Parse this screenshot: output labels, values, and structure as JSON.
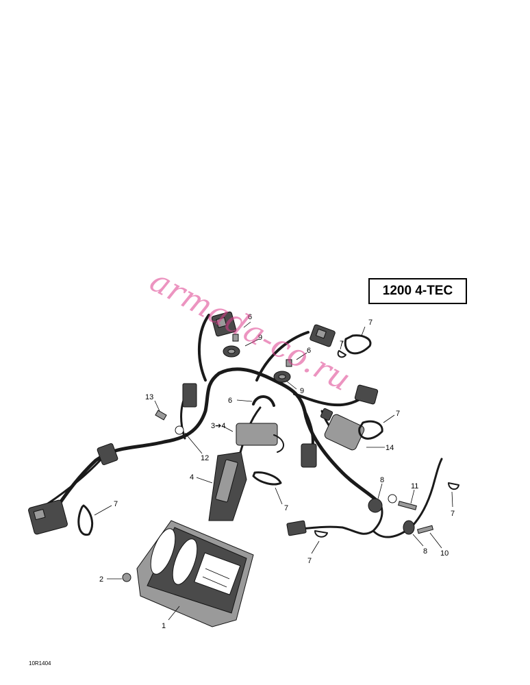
{
  "model_label": "1200 4-TEC",
  "watermark": "armada-co.ru",
  "reference_code": "10R1404",
  "callouts": {
    "c1": "1",
    "c2": "2",
    "c3": "3➔4",
    "c4": "4",
    "c6a": "6",
    "c6b": "6",
    "c6c": "6",
    "c7a": "7",
    "c7b": "7",
    "c7c": "7",
    "c7d": "7",
    "c7e": "7",
    "c7f": "7",
    "c7g": "7",
    "c8a": "8",
    "c8b": "8",
    "c9a": "9",
    "c9b": "9",
    "c10": "10",
    "c11": "11",
    "c12": "12",
    "c13": "13",
    "c14": "14"
  },
  "colors": {
    "watermark": "#dc3c8c",
    "line": "#000000"
  }
}
